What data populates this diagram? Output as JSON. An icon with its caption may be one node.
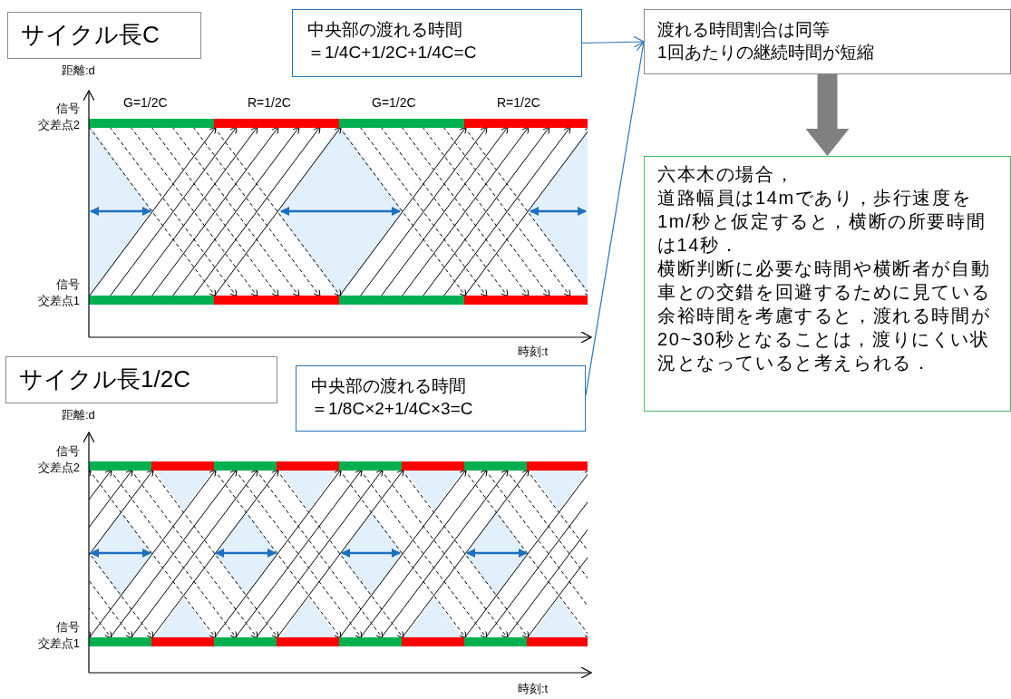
{
  "diagram": {
    "nodes": [
      {
        "text": [
          "サイクル長C"
        ]
      },
      {
        "text": [
          "中央部の渡れる時間",
          "＝1/4C+1/2C+1/4C=C"
        ]
      },
      {
        "text": [
          "渡れる時間割合は同等",
          "1回あたりの継続時間が短縮"
        ]
      },
      {
        "text": [
          "六本木の場合，",
          "道路幅員は14mであり，歩行速度を1m/秒と仮定すると，横断の所要時間は14秒．",
          "横断判断に必要な時間や横断者が自動車との交錯を回避するために見ている余裕時間を考慮すると，渡れる時間が20~30秒となることは，渡りにくい状況となっていると考えられる．"
        ]
      },
      {
        "text": [
          "サイクル長1/2C"
        ]
      },
      {
        "text": [
          "中央部の渡れる時間",
          "＝1/8C×2+1/4C×3=C"
        ]
      }
    ],
    "edges": [
      {
        "from": 1,
        "to": 2,
        "arrow": "to",
        "color": "#2e75b6"
      },
      {
        "from": 5,
        "to": 2,
        "arrow": "to",
        "color": "#2e75b6"
      },
      {
        "from": 2,
        "to": 3,
        "arrow": "to",
        "style": "thick",
        "color": "#808080"
      }
    ],
    "labels": [
      "距離:d",
      "信号",
      "交差点2",
      "G=1/2C",
      "R=1/2C",
      "G=1/2C",
      "R=1/2C",
      "信号",
      "交差点1",
      "時刻:t",
      "距離:d",
      "信号",
      "交差点2",
      "信号",
      "交差点1",
      "時刻:t"
    ]
  }
}
